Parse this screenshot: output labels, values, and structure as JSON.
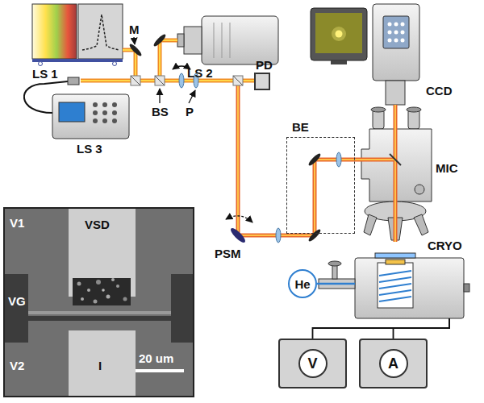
{
  "diagram": {
    "nodes": [
      {
        "text": [
          "LS 1"
        ]
      },
      {
        "text": [
          "LS 2"
        ]
      },
      {
        "text": [
          "CCD"
        ]
      },
      {
        "text": [
          "LS 3"
        ]
      },
      {
        "text": [
          "PD"
        ]
      },
      {
        "text": [
          "BE"
        ]
      },
      {
        "text": [
          "MIC"
        ]
      },
      {
        "text": [
          "CRYO"
        ]
      },
      {
        "text": [
          "He"
        ]
      },
      {
        "text": [
          "V"
        ]
      },
      {
        "text": [
          "A"
        ]
      }
    ],
    "edges": [
      {
        "from": 8,
        "to": 7,
        "arrow": "none"
      },
      {
        "from": 7,
        "to": 9,
        "arrow": "none"
      },
      {
        "from": 7,
        "to": 10,
        "arrow": "none"
      }
    ],
    "labels": [
      "M",
      "BS",
      "P",
      "PSM",
      "V1",
      "VSD",
      "VG",
      "V2",
      "I",
      "20 um"
    ]
  }
}
